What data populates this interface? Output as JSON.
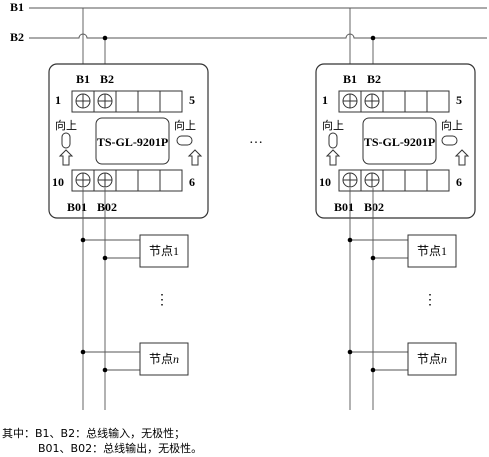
{
  "bus": {
    "b1": "B1",
    "b2": "B2"
  },
  "module": {
    "model": "TS-GL-9201P",
    "in_b1": "B1",
    "in_b2": "B2",
    "out_b1": "B01",
    "out_b2": "B02",
    "pin_top_left": "1",
    "pin_top_right": "5",
    "pin_bottom_left": "10",
    "pin_bottom_right": "6",
    "up_label": "向上"
  },
  "ellipsis_h": "…",
  "ellipsis_v": "⋮",
  "node_prefix": "节点",
  "node_first_num": "1",
  "node_last_num": "n",
  "notes": {
    "line1": "其中：B1、B2：总线输入，无极性；",
    "line2": "B01、B02：总线输出，无极性。"
  }
}
